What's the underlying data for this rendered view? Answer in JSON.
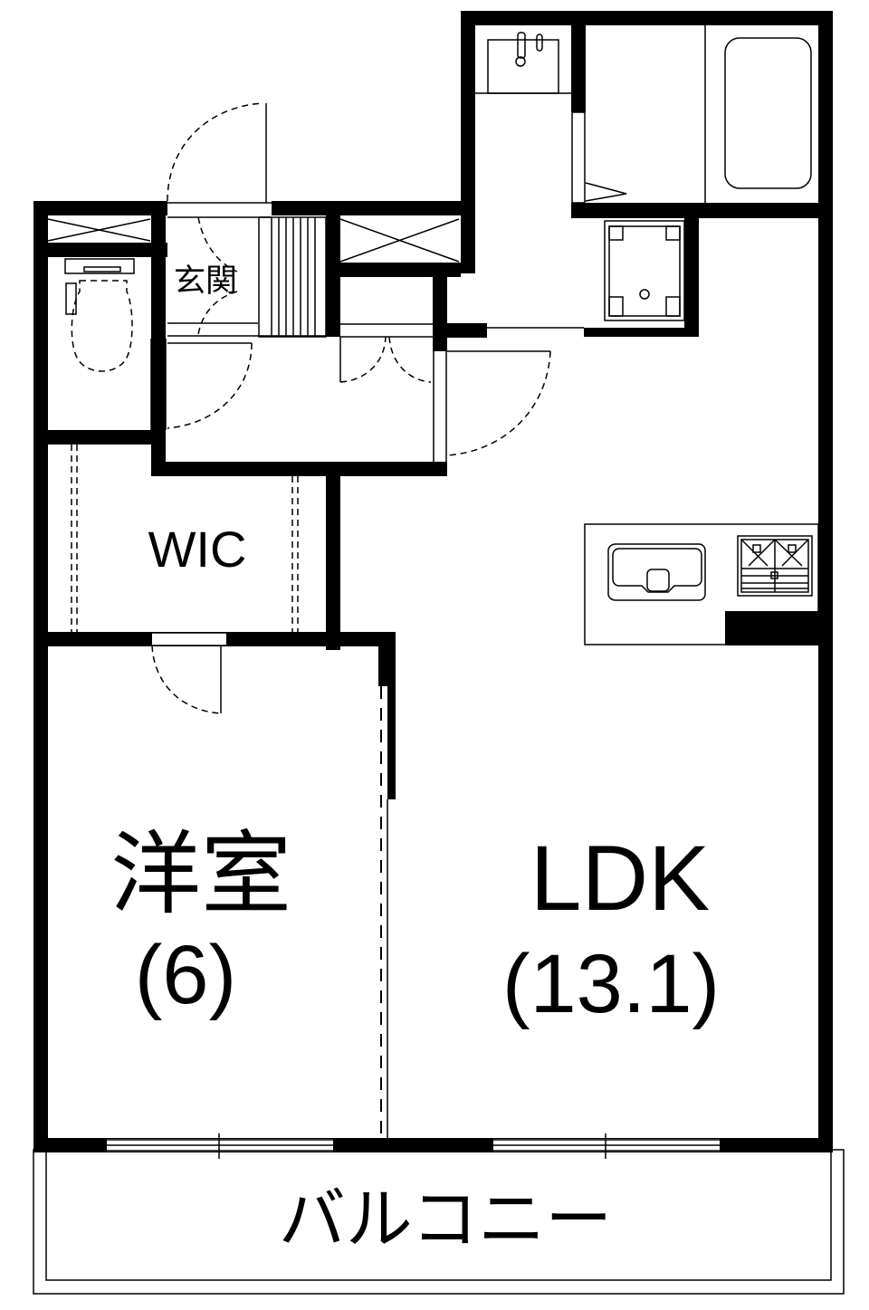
{
  "floor_plan": {
    "colors": {
      "wall": "#000000",
      "background": "#ffffff",
      "line": "#000000"
    },
    "rooms": {
      "entrance": {
        "label": "玄関"
      },
      "wic": {
        "label": "WIC"
      },
      "western_room": {
        "label": "洋室",
        "size": "(6)"
      },
      "ldk": {
        "label": "LDK",
        "size": "(13.1)"
      },
      "balcony": {
        "label": "バルコニー"
      }
    },
    "fixtures": [
      "toilet",
      "washbasin",
      "bathtub",
      "washing-machine-pan",
      "kitchen-sink",
      "gas-stove",
      "shoe-storage",
      "closet"
    ]
  }
}
